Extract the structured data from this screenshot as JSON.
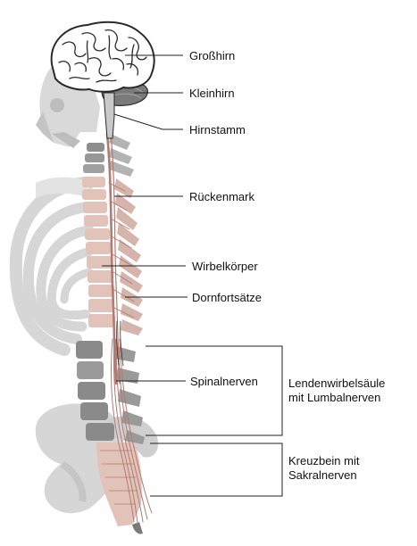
{
  "labels": {
    "cerebrum": "Großhirn",
    "cerebellum": "Kleinhirn",
    "brainstem": "Hirnstamm",
    "spinal_cord": "Rückenmark",
    "vertebral_body": "Wirbelkörper",
    "spinous_processes": "Dornfortsätze",
    "spinal_nerves": "Spinalnerven",
    "lumbar": {
      "line1": "Lendenwirbelsäule",
      "line2": "mit Lumbalnerven"
    },
    "sacral": {
      "line1": "Kreuzbein mit",
      "line2": "Sakralnerven"
    }
  },
  "colors": {
    "bone_light": "#d9d9d9",
    "bone_mid": "#bdbdbd",
    "bone_dark": "#8a8a8a",
    "vertebra_pink": "#e2c3ba",
    "nerve": "#b27b73",
    "brain_outline": "#2a2a2a",
    "leader_line": "#222222"
  }
}
